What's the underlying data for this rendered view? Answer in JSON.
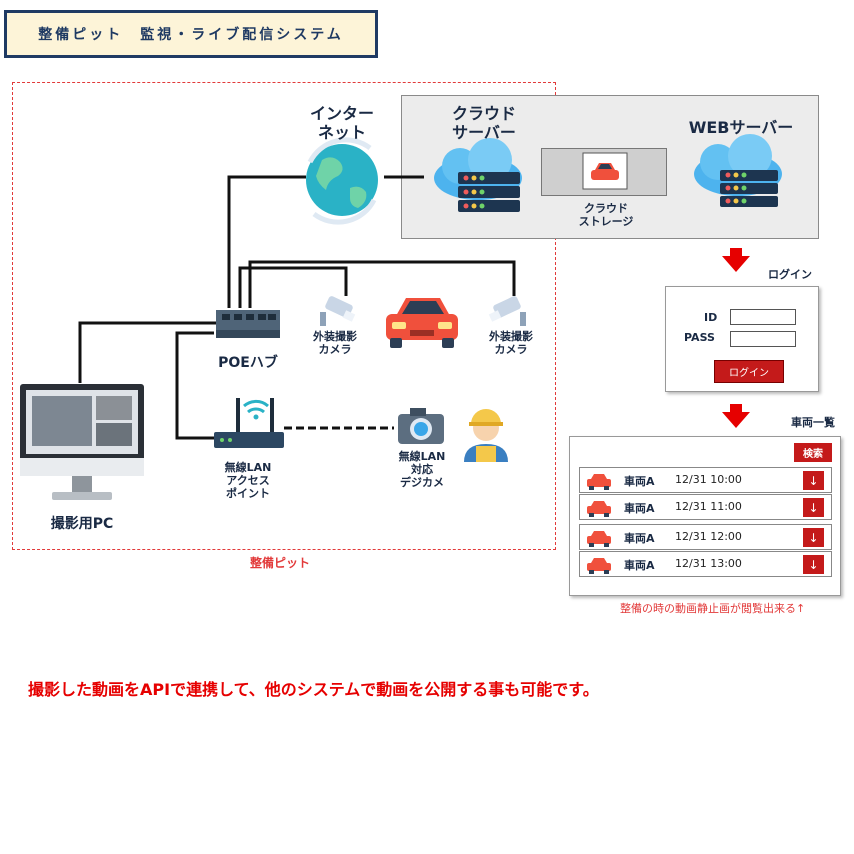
{
  "title": "整備ピット　監視・ライブ配信システム",
  "pit_label": "整備ピット",
  "nodes": {
    "internet": [
      "インター",
      "ネット"
    ],
    "cloud_server": [
      "クラウド",
      "サーバー"
    ],
    "web_server": "WEBサーバー",
    "cloud_storage": [
      "クラウド",
      "ストレージ"
    ],
    "poe_hub": "POEハブ",
    "camera_left": [
      "外装撮影",
      "カメラ"
    ],
    "camera_right": [
      "外装撮影",
      "カメラ"
    ],
    "wifi_ap": [
      "無線LAN",
      "アクセス",
      "ポイント"
    ],
    "digicam": [
      "無線LAN",
      "対応",
      "デジカメ"
    ],
    "pc": "撮影用PC"
  },
  "login": {
    "heading": "ログイン",
    "id_label": "ID",
    "pass_label": "PASS",
    "button": "ログイン"
  },
  "vehicle_list": {
    "heading": "車両一覧",
    "search_button": "検索",
    "download_icon": "↓",
    "rows": [
      {
        "name": "車両A",
        "time": "12/31 10:00"
      },
      {
        "name": "車両A",
        "time": "12/31 11:00"
      },
      {
        "name": "車両A",
        "time": "12/31 12:00"
      },
      {
        "name": "車両A",
        "time": "12/31 13:00"
      }
    ],
    "note": "整備の時の動画静止画が閲覧出来る↑"
  },
  "footer": "撮影した動画をAPIで連携して、他のシステムで動画を公開する事も可能です。",
  "colors": {
    "accent_red": "#e23a3a",
    "button_red": "#c41a1a",
    "navy": "#1f3a63",
    "title_bg": "#fdf4d8",
    "cloud_blue": "#3aa6e8",
    "car_red": "#f0503c"
  }
}
